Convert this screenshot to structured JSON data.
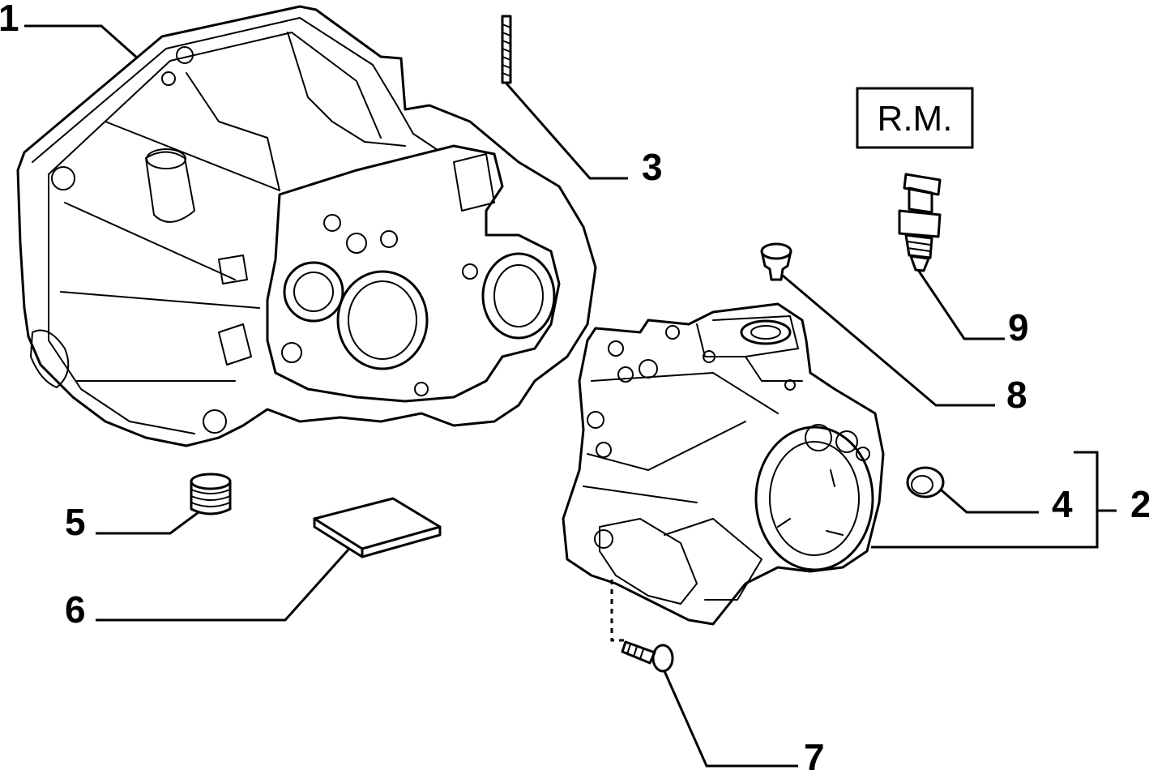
{
  "diagram": {
    "stamp": "R.M.",
    "callouts": [
      "1",
      "2",
      "3",
      "4",
      "5",
      "6",
      "7",
      "8",
      "9"
    ]
  }
}
